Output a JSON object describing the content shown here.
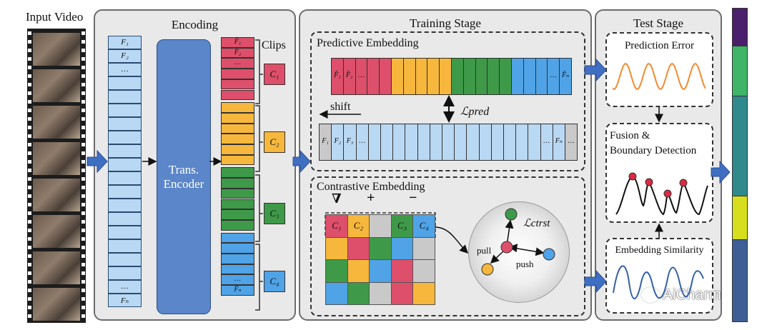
{
  "titles": {
    "input_video": "Input Video",
    "encoding": "Encoding",
    "clips": "Clips",
    "training": "Training Stage",
    "test": "Test Stage",
    "predictive": "Predictive Embedding",
    "contrastive": "Contrastive Embedding",
    "prediction_error": "Prediction Error",
    "fusion_line1": "Fusion &",
    "fusion_line2": "Boundary Detection",
    "embedding_similarity": "Embedding Similarity"
  },
  "encoder": {
    "line1": "Trans.",
    "line2": "Encoder"
  },
  "labels": {
    "f1": "F₁",
    "f2": "F₂",
    "fn": "Fₙ",
    "fh1": "F̂₁",
    "fh2": "F̂₂",
    "fhn": "F̂ₙ",
    "dots": "…",
    "shift": "shift",
    "l_pred": "ℒpred",
    "l_ctrst": "ℒctrst",
    "pull": "pull",
    "push": "push",
    "triangle": "∇",
    "plus": "+",
    "minus": "−",
    "c1": "C₁",
    "c2": "C₂",
    "c3": "C₃",
    "c4": "C₄"
  },
  "watermark": "AiCharm",
  "colors": {
    "red": "#dd4f6a",
    "orange": "#f6b73c",
    "green": "#3e9a48",
    "blue": "#4fa3e6",
    "light_blue": "#b9d8f3",
    "encoder": "#5b86c9",
    "gray": "#c9c9c9",
    "arrow_blue": "#3f6fc2",
    "curve_orange": "#f28b30",
    "curve_blue": "#3360a8",
    "dot_red": "#dc2944",
    "timeline": [
      "#4a1f6b",
      "#40b467",
      "#2e8a8c",
      "#d7de1e",
      "#3d5f95"
    ]
  }
}
